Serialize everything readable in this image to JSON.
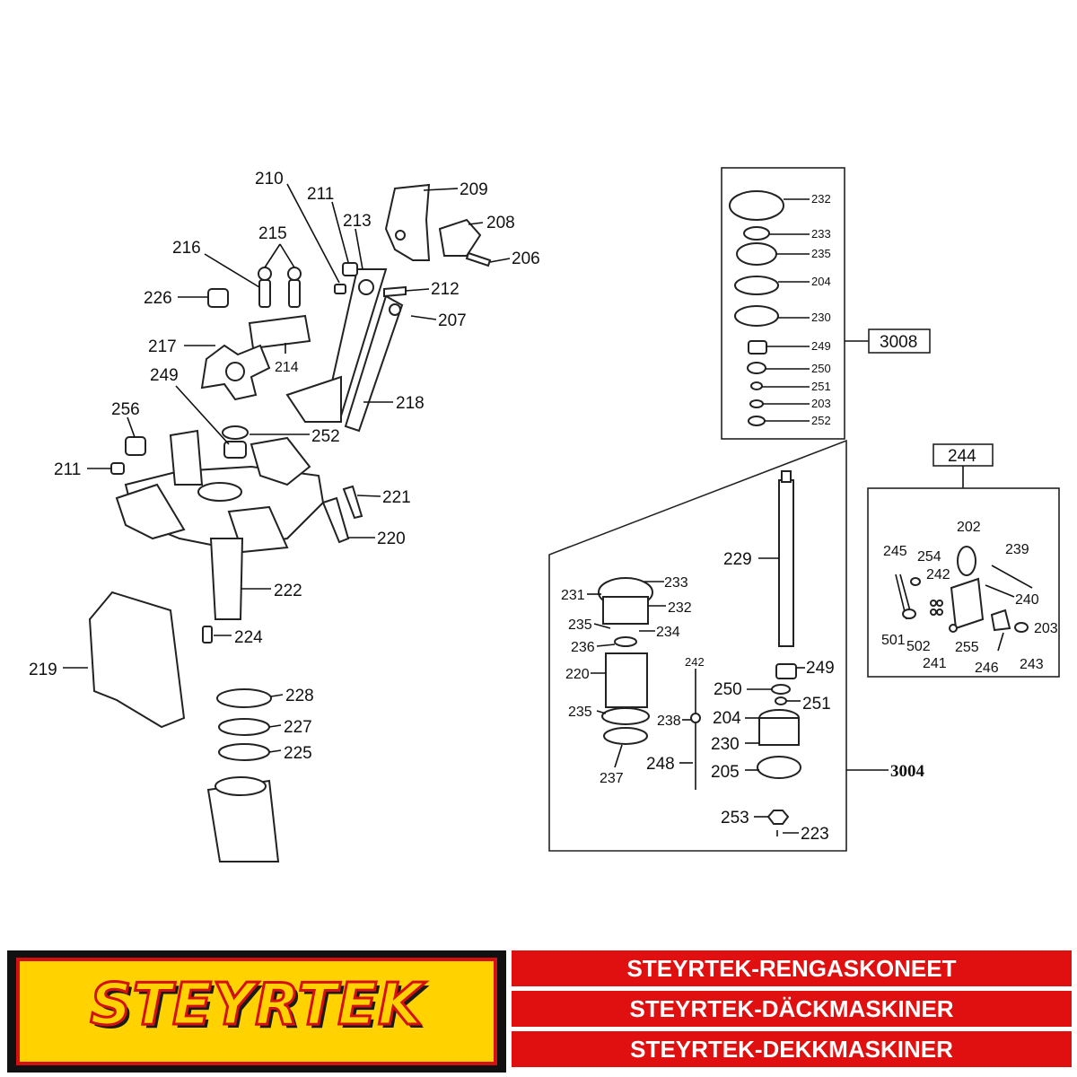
{
  "left_labels": {
    "l210": "210",
    "l211a": "211",
    "l213": "213",
    "l209": "209",
    "l208": "208",
    "l215": "215",
    "l216": "216",
    "l206": "206",
    "l212": "212",
    "l226": "226",
    "l207": "207",
    "l217": "217",
    "l214": "214",
    "l218": "218",
    "l249": "249",
    "l256": "256",
    "l252": "252",
    "l211b": "211",
    "l221": "221",
    "l220": "220",
    "l222": "222",
    "l224": "224",
    "l219": "219",
    "l228": "228",
    "l227": "227",
    "l225": "225"
  },
  "kit3008": {
    "title": "3008",
    "items": [
      "232",
      "233",
      "235",
      "204",
      "230",
      "249",
      "250",
      "251",
      "203",
      "252"
    ]
  },
  "kit244": {
    "title": "244",
    "items": {
      "i202": "202",
      "i245": "245",
      "i254": "254",
      "i242": "242",
      "i239": "239",
      "i240": "240",
      "i203": "203",
      "i501": "501",
      "i502": "502",
      "i255": "255",
      "i246": "246",
      "i243": "243",
      "i241": "241"
    }
  },
  "kit3004": {
    "title": "3004",
    "items": {
      "i229": "229",
      "i233": "233",
      "i231": "231",
      "i232": "232",
      "i235a": "235",
      "i234": "234",
      "i236": "236",
      "i220": "220",
      "i242": "242",
      "i249": "249",
      "i250": "250",
      "i251": "251",
      "i235b": "235",
      "i238": "238",
      "i204": "204",
      "i230": "230",
      "i248": "248",
      "i205": "205",
      "i237": "237",
      "i253": "253",
      "i223": "223"
    }
  },
  "footer": {
    "logo": "STEYRTEK",
    "lines": [
      "STEYRTEK-RENGASKONEET",
      "STEYRTEK-DÄCKMASKINER",
      "STEYRTEK-DEKKMASKINER"
    ]
  }
}
